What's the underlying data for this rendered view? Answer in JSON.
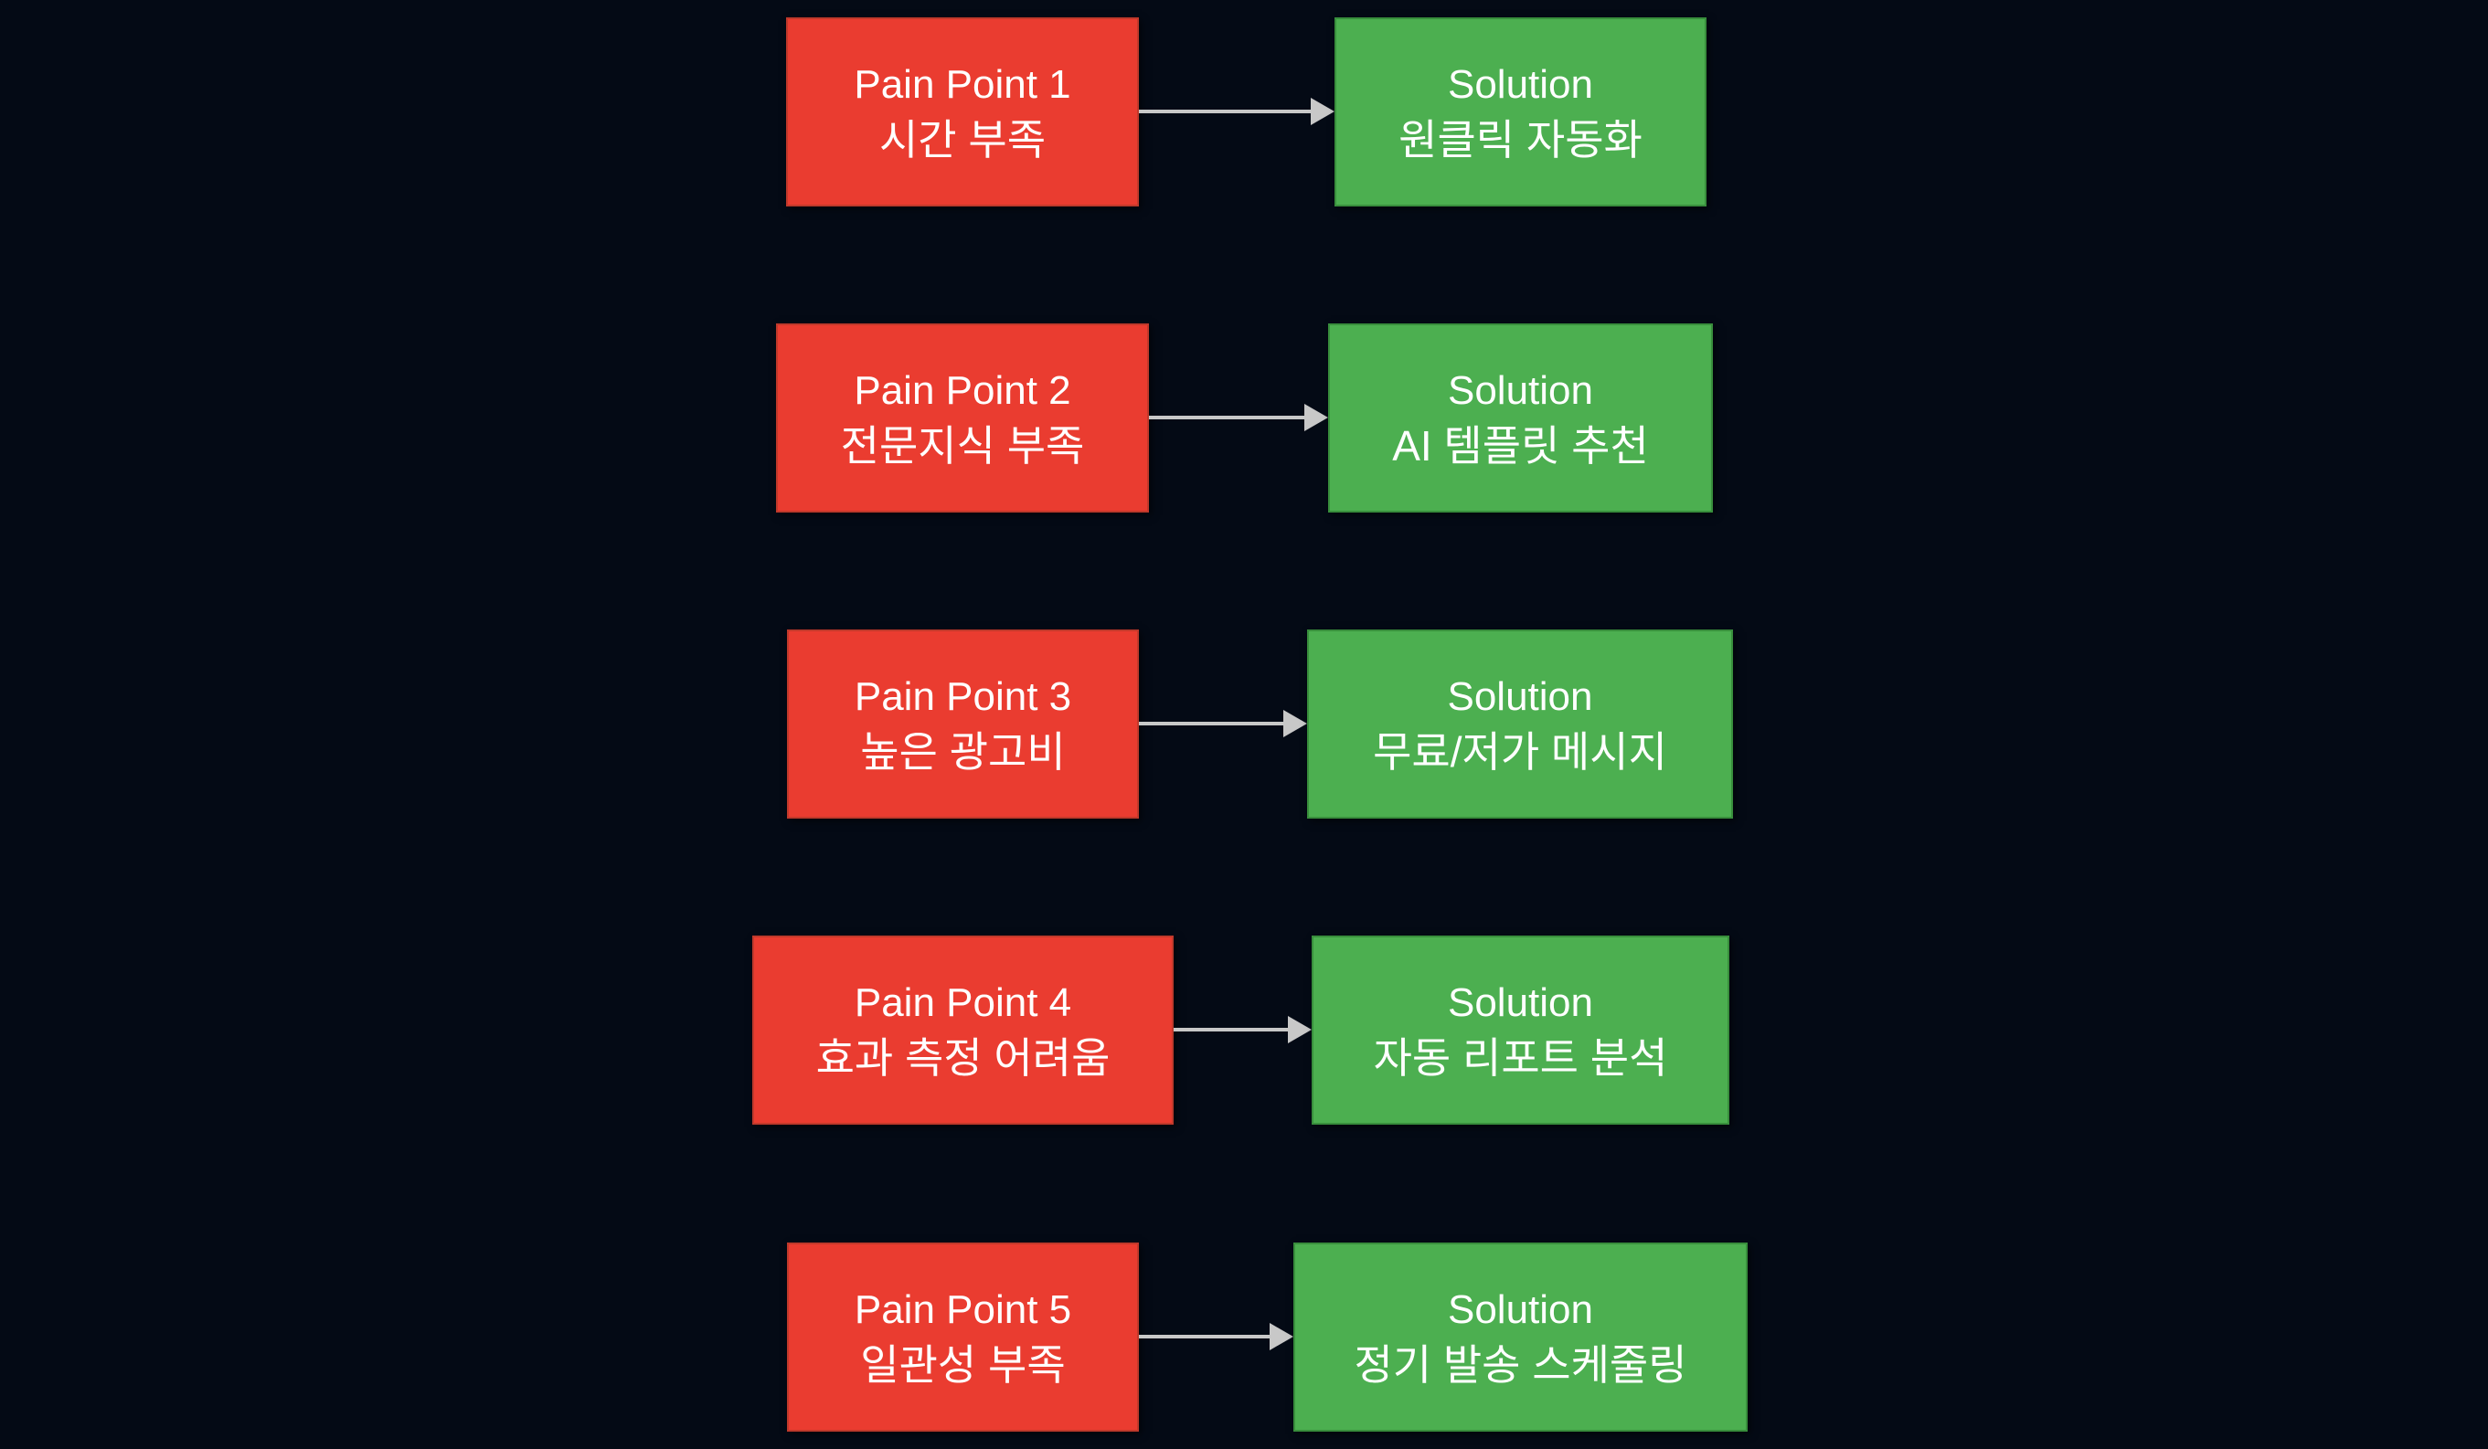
{
  "diagram": {
    "type": "flowchart-pain-points-to-solutions",
    "background_color": "#040a15",
    "colors": {
      "pain_fill": "#ea3c30",
      "pain_border": "#c0392b",
      "solution_fill": "#4caf50",
      "solution_border": "#388e3c",
      "arrow": "#c8c8c8",
      "text": "#ffffff",
      "background": "#040a15"
    },
    "rows": [
      {
        "pain": {
          "title": "Pain Point 1",
          "subtitle": "시간 부족"
        },
        "solution": {
          "title": "Solution",
          "subtitle": "원클릭 자동화"
        }
      },
      {
        "pain": {
          "title": "Pain Point 2",
          "subtitle": "전문지식 부족"
        },
        "solution": {
          "title": "Solution",
          "subtitle": "AI 템플릿 추천"
        }
      },
      {
        "pain": {
          "title": "Pain Point 3",
          "subtitle": "높은 광고비"
        },
        "solution": {
          "title": "Solution",
          "subtitle": "무료/저가 메시지"
        }
      },
      {
        "pain": {
          "title": "Pain Point 4",
          "subtitle": "효과 측정 어려움"
        },
        "solution": {
          "title": "Solution",
          "subtitle": "자동 리포트 분석"
        }
      },
      {
        "pain": {
          "title": "Pain Point 5",
          "subtitle": "일관성 부족"
        },
        "solution": {
          "title": "Solution",
          "subtitle": "정기 발송 스케줄링"
        }
      }
    ]
  }
}
